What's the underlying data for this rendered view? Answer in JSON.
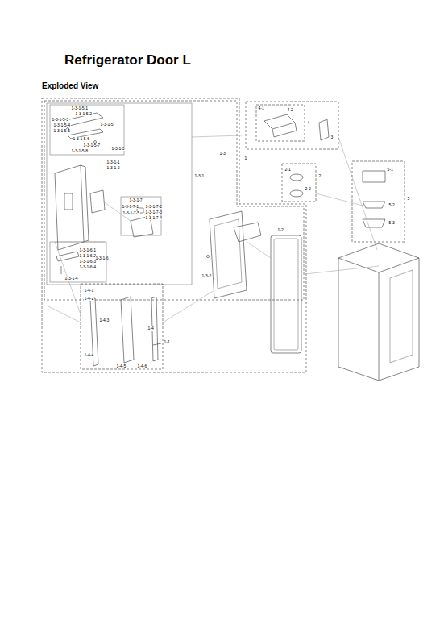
{
  "diagram": {
    "title": "Refrigerator Door L",
    "labels": [
      "Exploded View",
      "1-3-1-5-1",
      "1-3-1-5-2",
      "1-3-1-5-3",
      "1-3-1-5-4",
      "1-3-1-5-5",
      "1-3-1-5-6",
      "1-3-1-5-7",
      "1-3-1-5-8",
      "1-3-1-5",
      "1-3-1-3",
      "1-3-1-1",
      "1-3-1-2",
      "1-3-1-7",
      "1-3-1-7-1",
      "1-3-1-7-2",
      "1-3-1-7-3",
      "1-3-1-7-4",
      "1-3-1-7-5",
      "1-3-1-6-1",
      "1-3-1-6-2",
      "1-3-1-6-3",
      "1-3-1-6-4",
      "1-3-1-6",
      "1-3-1-4",
      "1-3-1",
      "1-3",
      "1",
      "1-2",
      "1-3-2",
      "1-1",
      "1-4",
      "1-4-1",
      "1-4-2",
      "1-4-3",
      "1-4-4",
      "1-4-5",
      "1-4-6",
      "4-1",
      "4-2",
      "4",
      "3",
      "2-1",
      "2-2",
      "2",
      "5-1",
      "5-2",
      "5-3",
      "5"
    ]
  }
}
